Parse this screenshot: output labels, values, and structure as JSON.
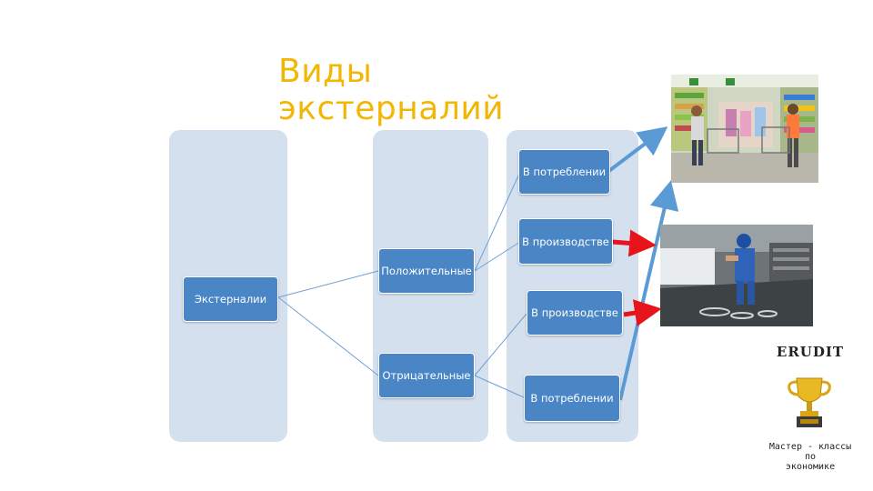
{
  "title": "Виды экстерналий",
  "diagram": {
    "root": "Экстерналии",
    "positive": "Положительные",
    "negative": "Отрицательные",
    "positive_children": [
      "В потреблении",
      "В производстве"
    ],
    "negative_children": [
      "В производстве",
      "В потреблении"
    ]
  },
  "badge": {
    "title": "ERUDIT",
    "trophy_icon": "trophy-icon",
    "text_line1": "Мастер - классы",
    "text_line2": "по",
    "text_line3": "экономике"
  },
  "images": {
    "shop": "supermarket-shoppers-photo",
    "factory": "factory-worker-photo"
  },
  "colors": {
    "title": "#f2b705",
    "columns": "#d5e0ef",
    "boxes": "#4a86c6",
    "arrow_blue": "#5b9bd5",
    "arrow_red": "#e8141c"
  }
}
